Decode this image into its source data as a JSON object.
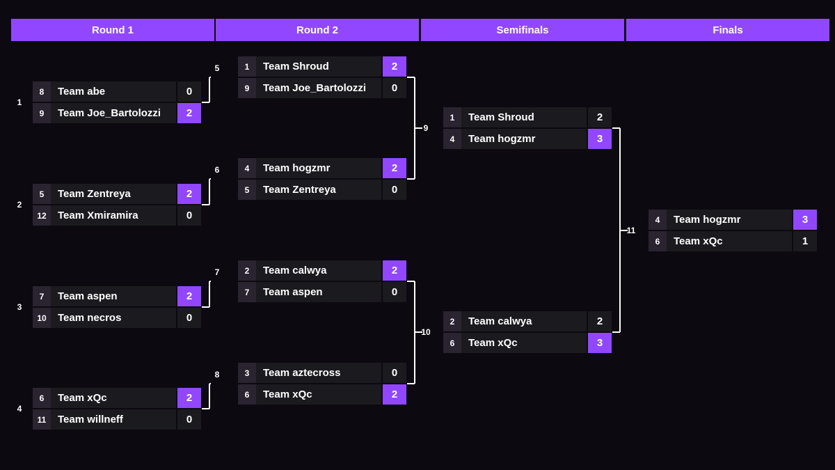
{
  "colors": {
    "background": "#0c0a10",
    "accent": "#9147ff",
    "row": "#1b1a1f",
    "seed": "#2a2330",
    "text": "#ffffff",
    "connector": "#ffffff"
  },
  "rounds": [
    {
      "name": "Round 1",
      "matches": [
        {
          "number": "1",
          "teams": [
            {
              "seed": "8",
              "name": "Team abe",
              "score": "0",
              "winner": false
            },
            {
              "seed": "9",
              "name": "Team Joe_Bartolozzi",
              "score": "2",
              "winner": true
            }
          ]
        },
        {
          "number": "2",
          "teams": [
            {
              "seed": "5",
              "name": "Team Zentreya",
              "score": "2",
              "winner": true
            },
            {
              "seed": "12",
              "name": "Team Xmiramira",
              "score": "0",
              "winner": false
            }
          ]
        },
        {
          "number": "3",
          "teams": [
            {
              "seed": "7",
              "name": "Team aspen",
              "score": "2",
              "winner": true
            },
            {
              "seed": "10",
              "name": "Team necros",
              "score": "0",
              "winner": false
            }
          ]
        },
        {
          "number": "4",
          "teams": [
            {
              "seed": "6",
              "name": "Team xQc",
              "score": "2",
              "winner": true
            },
            {
              "seed": "11",
              "name": "Team willneff",
              "score": "0",
              "winner": false
            }
          ]
        }
      ]
    },
    {
      "name": "Round 2",
      "matches": [
        {
          "number": "5",
          "teams": [
            {
              "seed": "1",
              "name": "Team Shroud",
              "score": "2",
              "winner": true
            },
            {
              "seed": "9",
              "name": "Team Joe_Bartolozzi",
              "score": "0",
              "winner": false
            }
          ]
        },
        {
          "number": "6",
          "teams": [
            {
              "seed": "4",
              "name": "Team hogzmr",
              "score": "2",
              "winner": true
            },
            {
              "seed": "5",
              "name": "Team Zentreya",
              "score": "0",
              "winner": false
            }
          ]
        },
        {
          "number": "7",
          "teams": [
            {
              "seed": "2",
              "name": "Team calwya",
              "score": "2",
              "winner": true
            },
            {
              "seed": "7",
              "name": "Team aspen",
              "score": "0",
              "winner": false
            }
          ]
        },
        {
          "number": "8",
          "teams": [
            {
              "seed": "3",
              "name": "Team aztecross",
              "score": "0",
              "winner": false
            },
            {
              "seed": "6",
              "name": "Team xQc",
              "score": "2",
              "winner": true
            }
          ]
        }
      ]
    },
    {
      "name": "Semifinals",
      "matches": [
        {
          "number": "9",
          "teams": [
            {
              "seed": "1",
              "name": "Team Shroud",
              "score": "2",
              "winner": false
            },
            {
              "seed": "4",
              "name": "Team hogzmr",
              "score": "3",
              "winner": true
            }
          ]
        },
        {
          "number": "10",
          "teams": [
            {
              "seed": "2",
              "name": "Team calwya",
              "score": "2",
              "winner": false
            },
            {
              "seed": "6",
              "name": "Team xQc",
              "score": "3",
              "winner": true
            }
          ]
        }
      ]
    },
    {
      "name": "Finals",
      "matches": [
        {
          "number": "11",
          "teams": [
            {
              "seed": "4",
              "name": "Team hogzmr",
              "score": "3",
              "winner": true
            },
            {
              "seed": "6",
              "name": "Team xQc",
              "score": "1",
              "winner": false
            }
          ]
        }
      ]
    }
  ]
}
